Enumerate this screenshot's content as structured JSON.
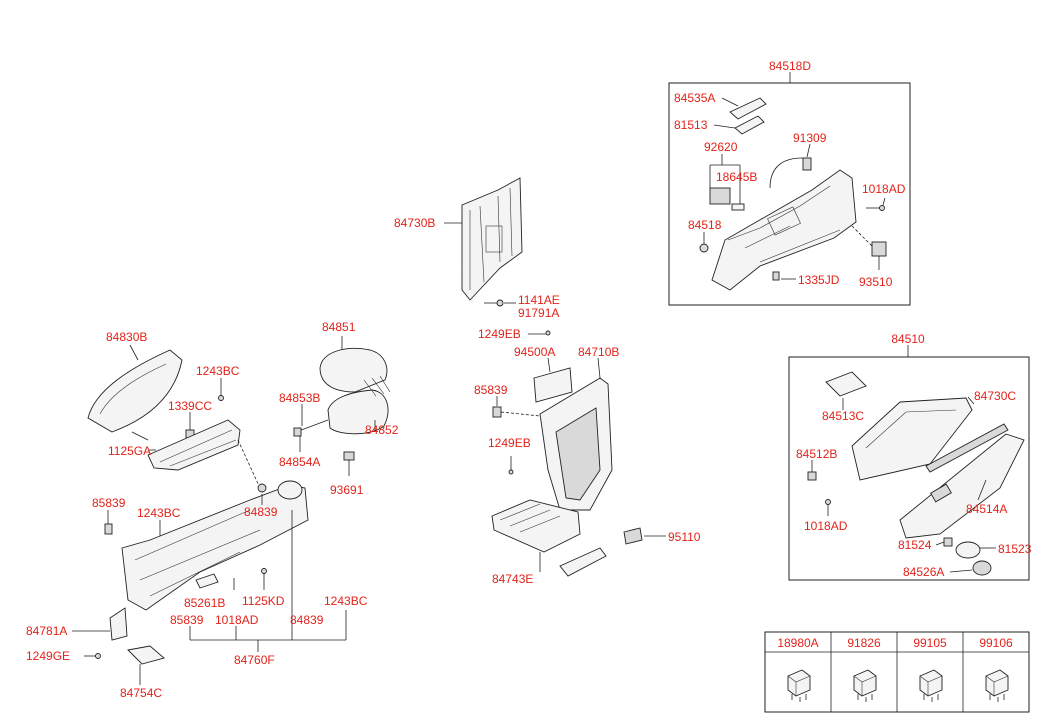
{
  "labels": {
    "p84518D": "84518D",
    "p84535A": "84535A",
    "p81513": "81513",
    "p91309": "91309",
    "p92620": "92620",
    "p18645B": "18645B",
    "p1018AD_a": "1018AD",
    "p84518": "84518",
    "p1335JD": "1335JD",
    "p93510": "93510",
    "p84730B": "84730B",
    "p1141AE": "1141AE",
    "p91791A": "91791A",
    "p84830B": "84830B",
    "p84851": "84851",
    "p1243BC_a": "1243BC",
    "p1339CC": "1339CC",
    "p84853B": "84853B",
    "p84852": "84852",
    "p1125GA": "1125GA",
    "p84854A": "84854A",
    "p93691": "93691",
    "p84839_a": "84839",
    "p85839_a": "85839",
    "p1243BC_b": "1243BC",
    "p85261B": "85261B",
    "p1125KD": "1125KD",
    "p1243BC_c": "1243BC",
    "p85839_b": "85839",
    "p1018AD_b": "1018AD",
    "p84839_b": "84839",
    "p84781A": "84781A",
    "p1249GE": "1249GE",
    "p84760F": "84760F",
    "p84754C": "84754C",
    "p1249EB_a": "1249EB",
    "p94500A": "94500A",
    "p84710B": "84710B",
    "p85839_c": "85839",
    "p1249EB_b": "1249EB",
    "p95110": "95110",
    "p84743E": "84743E",
    "p84510": "84510",
    "p84730C": "84730C",
    "p84513C": "84513C",
    "p84512B": "84512B",
    "p84514A": "84514A",
    "p1018AD_c": "1018AD",
    "p81524": "81524",
    "p81523": "81523",
    "p84526A": "84526A"
  },
  "parts_table": {
    "headers": [
      "18980A",
      "91826",
      "99105",
      "99106"
    ]
  }
}
